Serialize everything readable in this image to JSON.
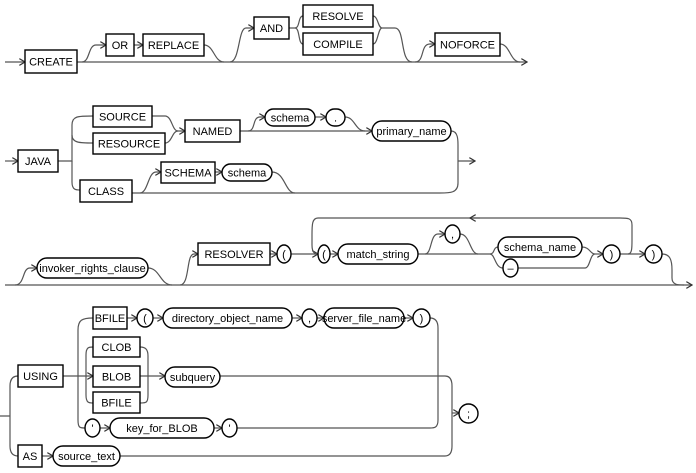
{
  "title": "CREATE JAVA syntax diagram",
  "keywords": {
    "create": "CREATE",
    "or": "OR",
    "replace": "REPLACE",
    "and": "AND",
    "resolve": "RESOLVE",
    "compile": "COMPILE",
    "noforce": "NOFORCE",
    "java": "JAVA",
    "source": "SOURCE",
    "resource": "RESOURCE",
    "named": "NAMED",
    "class": "CLASS",
    "schema": "SCHEMA",
    "resolver": "RESOLVER",
    "using": "USING",
    "bfile": "BFILE",
    "clob": "CLOB",
    "blob": "BLOB",
    "bfile_lob": "BFILE",
    "as": "AS"
  },
  "terms": {
    "schema_named": "schema",
    "dot": ".",
    "primary_name": "primary_name",
    "schema_class": "schema",
    "invoker_rights_clause": "invoker_rights_clause",
    "resolver_lparen": "(",
    "spec_lparen": "(",
    "match_string": "match_string",
    "comma": ",",
    "schema_name": "schema_name",
    "dash": "–",
    "spec_rparen": ")",
    "resolver_rparen": ")",
    "bfile_lparen": "(",
    "directory_object_name": "directory_object_name",
    "bfile_comma": ",",
    "server_file_name": "server_file_name",
    "bfile_rparen": ")",
    "subquery": "subquery",
    "quote_open": "'",
    "key_for_BLOB": "key_for_BLOB",
    "quote_close": "'",
    "source_text": "source_text",
    "semicolon": ";"
  }
}
